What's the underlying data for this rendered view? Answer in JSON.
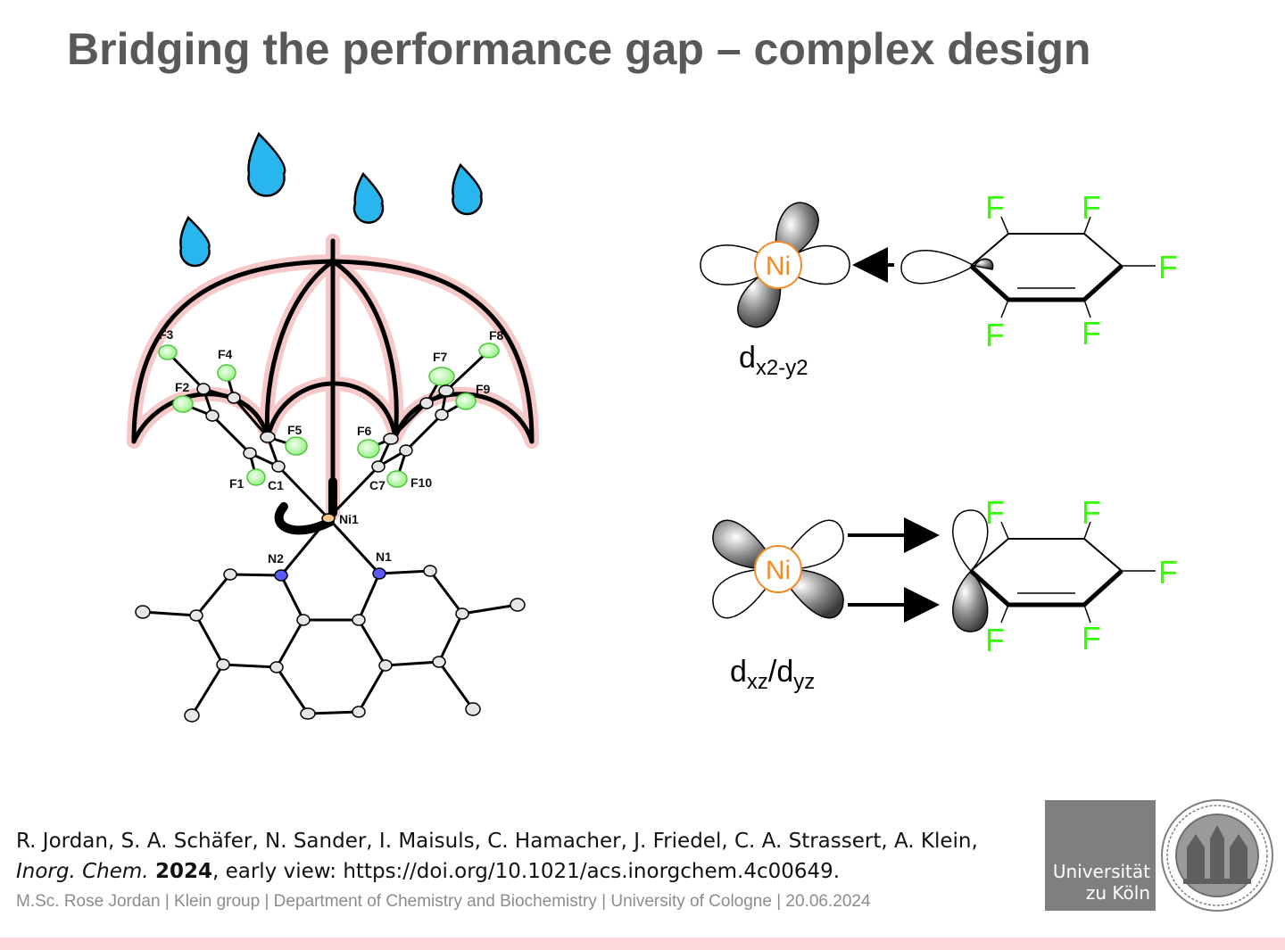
{
  "slide": {
    "title": "Bridging the performance gap – complex design"
  },
  "structure": {
    "atom_labels": [
      "F3",
      "F4",
      "F2",
      "F5",
      "F1",
      "C1",
      "F6",
      "F7",
      "F8",
      "F9",
      "C7",
      "F10",
      "Ni1",
      "N2",
      "N1"
    ]
  },
  "orbitals": {
    "metal_label": "Ni",
    "fluorine_label": "F",
    "top_orbital": {
      "main": "d",
      "sub": "x2-y2"
    },
    "bottom_orbital": {
      "main_1": "d",
      "sub_1": "xz",
      "separator": "/",
      "main_2": "d",
      "sub_2": "yz"
    }
  },
  "reference": {
    "authors": "R. Jordan, S. A. Schäfer, N. Sander, I. Maisuls, C. Hamacher, J. Friedel, C. A. Strassert, A. Klein,",
    "journal": "Inorg. Chem.",
    "year": "2024",
    "details": ", early view: https://doi.org/10.1021/acs.inorgchem.4c00649."
  },
  "footer": {
    "text": "M.Sc. Rose Jordan | Klein group | Department of Chemistry and Biochemistry  | University of Cologne | 20.06.2024"
  },
  "logo": {
    "line1": "Universität",
    "line2": "zu Köln"
  },
  "colors": {
    "title": "#595959",
    "raindrop": "#29b6ee",
    "umbrella_glow": "#f7c8c8",
    "fluorine": "#33ff00",
    "nickel": "#f28c28",
    "footer_bar": "#ffd9d9"
  }
}
